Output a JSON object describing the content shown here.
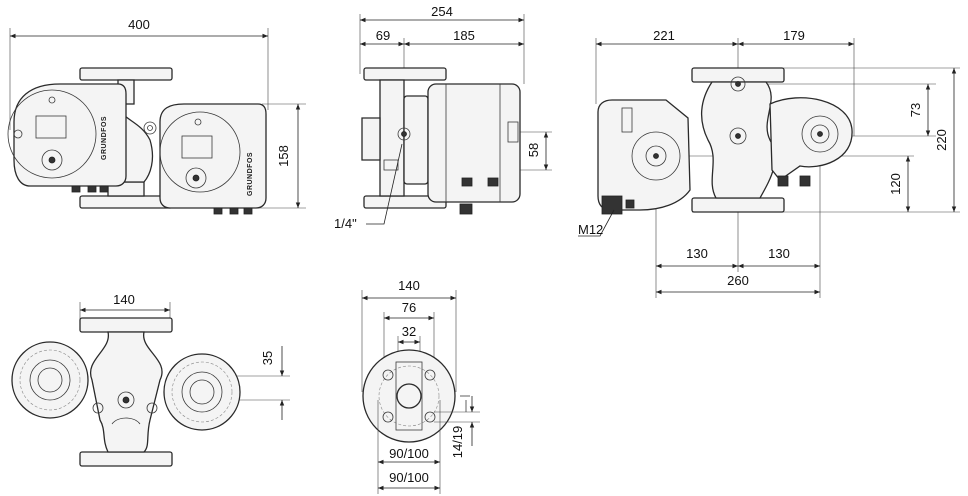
{
  "dimensions": {
    "front_width": "400",
    "front_height": "158",
    "side_overall": "254",
    "side_flange": "69",
    "side_motor": "185",
    "side_height": "58",
    "back_left": "221",
    "back_right": "179",
    "back_h1": "73",
    "back_h2": "220",
    "back_h3": "120",
    "back_span_left": "130",
    "back_span_right": "130",
    "back_total": "260",
    "bottom_width": "140",
    "bottom_offset": "35",
    "flange_outer": "140",
    "flange_pcd": "76",
    "flange_bore": "32",
    "flange_holes": "14/19",
    "flange_pcd1": "90/100",
    "flange_pcd2": "90/100"
  },
  "labels": {
    "thread": "1/4\"",
    "bolt": "M12"
  },
  "brand": {
    "text": "GRUNDFOS"
  }
}
